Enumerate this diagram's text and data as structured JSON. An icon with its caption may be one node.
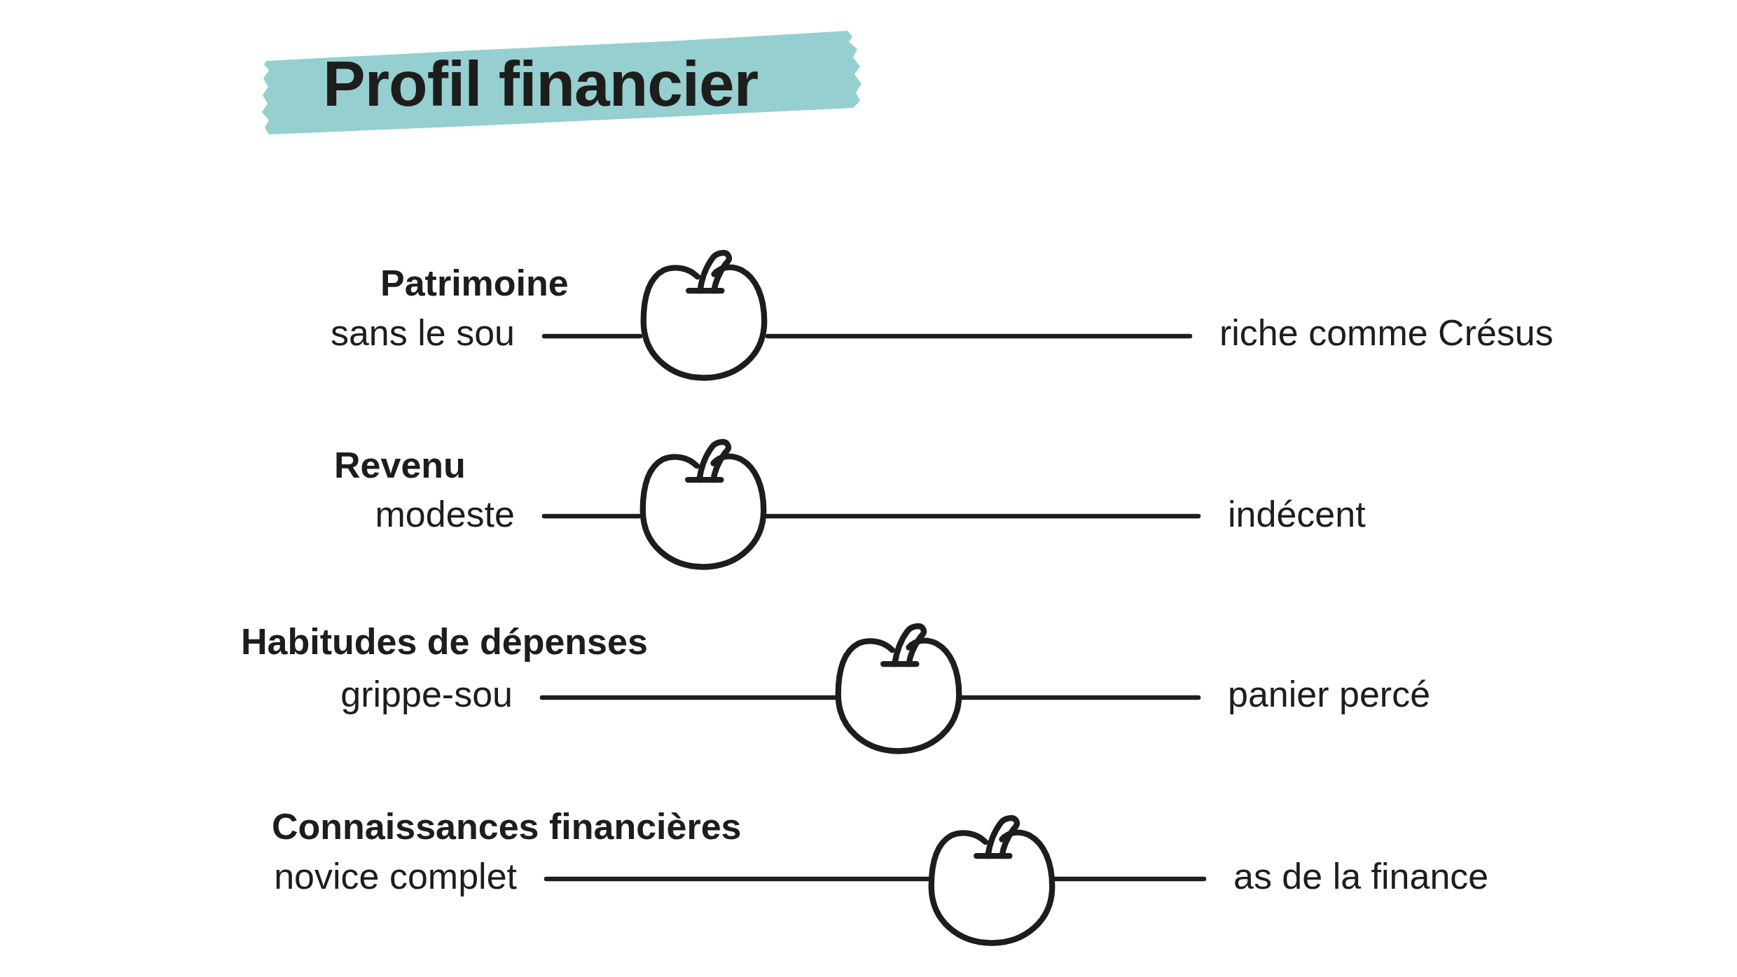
{
  "diagram": {
    "title": "Profil financier",
    "nodes": [
      {
        "text": [
          "sans le sou"
        ]
      },
      {
        "text": [],
        "shape": "apple"
      },
      {
        "text": [
          "riche comme Crésus"
        ]
      },
      {
        "text": [
          "modeste"
        ]
      },
      {
        "text": [],
        "shape": "apple"
      },
      {
        "text": [
          "indécent"
        ]
      },
      {
        "text": [
          "grippe-sou"
        ]
      },
      {
        "text": [],
        "shape": "apple"
      },
      {
        "text": [
          "panier percé"
        ]
      },
      {
        "text": [
          "novice complet"
        ]
      },
      {
        "text": [],
        "shape": "apple"
      },
      {
        "text": [
          "as de la finance"
        ]
      }
    ],
    "edges": [
      {
        "from": 0,
        "to": 1,
        "arrow": "none"
      },
      {
        "from": 1,
        "to": 2,
        "arrow": "none"
      },
      {
        "from": 3,
        "to": 4,
        "arrow": "none"
      },
      {
        "from": 4,
        "to": 5,
        "arrow": "none"
      },
      {
        "from": 6,
        "to": 7,
        "arrow": "none"
      },
      {
        "from": 7,
        "to": 8,
        "arrow": "none"
      },
      {
        "from": 9,
        "to": 10,
        "arrow": "none"
      },
      {
        "from": 10,
        "to": 11,
        "arrow": "none"
      }
    ],
    "labels": [
      "Patrimoine",
      "Revenu",
      "Habitudes de dépenses",
      "Connaissances financières"
    ]
  }
}
